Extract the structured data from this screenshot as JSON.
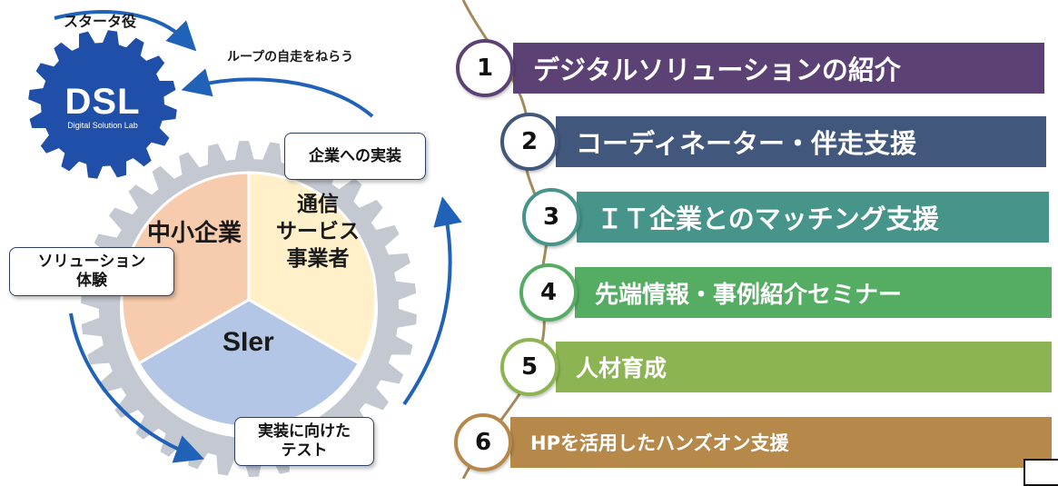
{
  "cycle": {
    "starter_label": "スタータ役",
    "loop_label": "ループの自走をねらう",
    "logo": {
      "main": "DSL",
      "sub": "Digital Solution Lab",
      "color": "#1f4fa8"
    },
    "segments": [
      {
        "label": "中小企業",
        "color": "#f7cbad"
      },
      {
        "label": "通信\nサービス\n事業者",
        "color": "#fff0c9"
      },
      {
        "label": "SIer",
        "color": "#b4c6e6"
      }
    ],
    "boxes": {
      "implement": "企業への実装",
      "solution": "ソリューション\n体験",
      "test": "実装に向けた\nテスト"
    }
  },
  "steps": [
    {
      "num": "1",
      "label": "デジタルソリューションの紹介",
      "color": "#5c4274"
    },
    {
      "num": "2",
      "label": "コーディネーター・伴走支援",
      "color": "#41587c"
    },
    {
      "num": "3",
      "label": "ＩＴ企業とのマッチング支援",
      "color": "#47948a"
    },
    {
      "num": "4",
      "label": "先端情報・事例紹介セミナー",
      "color": "#55ac63"
    },
    {
      "num": "5",
      "label": "人材育成",
      "color": "#8db453"
    },
    {
      "num": "6",
      "label": "HPを活用したハンズオン支援",
      "color": "#b6894b"
    }
  ]
}
